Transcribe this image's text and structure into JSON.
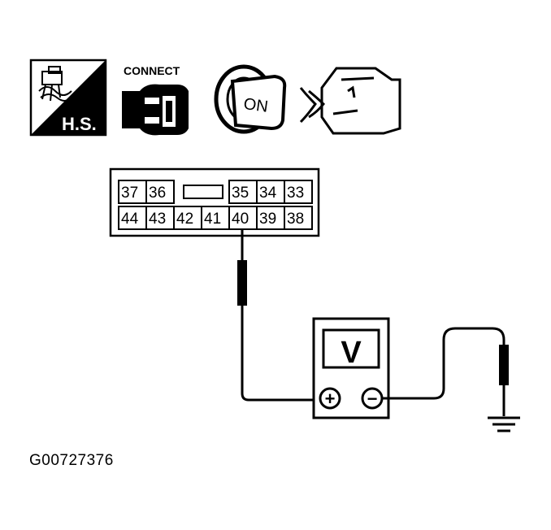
{
  "icons": {
    "hs_label": "H.S.",
    "connect_label": "CONNECT",
    "ignition_label": "ON",
    "harness_icon": "wiring-harness-icon",
    "connector_icon": "connector-icon",
    "key_icon": "ignition-key-icon",
    "engine_icon": "engine-running-icon"
  },
  "connector": {
    "top_row": [
      "37",
      "36",
      "",
      "35",
      "34",
      "33"
    ],
    "bottom_row": [
      "44",
      "43",
      "42",
      "41",
      "40",
      "39",
      "38"
    ],
    "probe_pin": "40"
  },
  "meter": {
    "label": "V",
    "positive_symbol": "+",
    "negative_symbol": "−"
  },
  "caption": "G00727376"
}
